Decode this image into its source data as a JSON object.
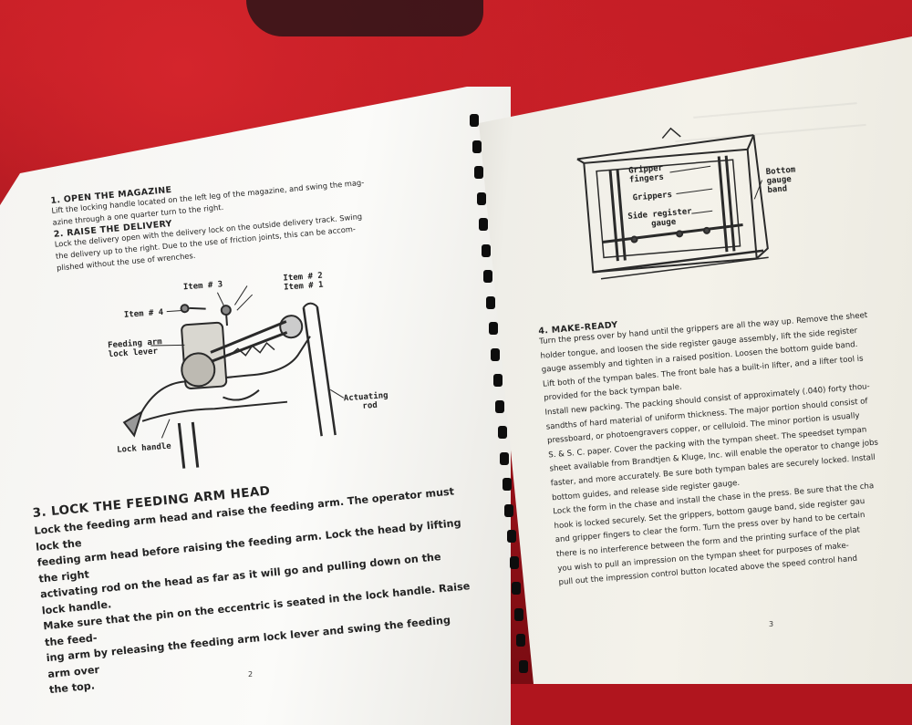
{
  "left_page": {
    "section1": {
      "heading": "1. OPEN THE MAGAZINE",
      "lines": [
        "Lift the locking handle located on the left leg of the magazine, and swing the mag-",
        "azine through a one quarter turn to the right."
      ]
    },
    "section2": {
      "heading": "2. RAISE THE DELIVERY",
      "lines": [
        "Lock the delivery open with the delivery lock on the outside delivery track. Swing",
        "the delivery up to the right. Due to the use of friction joints, this can be accom-",
        "plished without the use of wrenches."
      ]
    },
    "diagram_labels": {
      "item3": "Item # 3",
      "item2": "Item # 2",
      "item1": "Item # 1",
      "item4": "Item # 4",
      "feeding_arm_lock_lever_1": "Feeding arm",
      "feeding_arm_lock_lever_2": "lock lever",
      "actuating_rod_1": "Actuating",
      "actuating_rod_2": "rod",
      "lock_handle": "Lock handle"
    },
    "section3": {
      "heading": "3. LOCK THE FEEDING ARM HEAD",
      "lines": [
        "Lock the feeding arm head and raise the feeding arm. The operator must lock the",
        "feeding arm head before raising the feeding arm. Lock the head by lifting the right",
        "activating rod on the head as far as it will go and pulling down on the lock handle.",
        "Make sure that the pin on the eccentric is seated in the lock handle. Raise the feed-",
        "ing arm by releasing the feeding arm lock lever and swing the feeding arm over",
        "the top."
      ]
    },
    "page_number": "2"
  },
  "right_page": {
    "diagram_labels": {
      "gripper_fingers_1": "Gripper",
      "gripper_fingers_2": "fingers",
      "grippers": "Grippers",
      "side_register_1": "Side register",
      "side_register_2": "gauge",
      "bottom_gauge_1": "Bottom",
      "bottom_gauge_2": "gauge",
      "bottom_gauge_3": "band"
    },
    "section4": {
      "heading": "4. MAKE-READY",
      "para1": [
        "Turn the press over by hand until the grippers are all the way up. Remove the sheet",
        "holder tongue, and loosen the side register gauge assembly, lift the side register",
        "gauge assembly and tighten in a raised position. Loosen the bottom guide band.",
        "Lift both of the tympan bales. The front bale has a built-in lifter, and a lifter tool is",
        "provided for the back tympan bale."
      ],
      "para2": [
        "Install new packing. The packing should consist of approximately (.040) forty thou-",
        "sandths of hard material of uniform thickness. The major portion should consist of",
        "pressboard, or photoengravers copper, or celluloid. The minor portion is usually",
        "S. & S. C. paper. Cover the packing with the tympan sheet. The speedset tympan",
        "sheet available from Brandtjen & Kluge, Inc. will enable the operator to change jobs",
        "faster, and more accurately. Be sure both tympan bales are securely locked. Install",
        "bottom guides, and release side register gauge."
      ],
      "para3": [
        "Lock the form in the chase and install the chase in the press. Be sure that the cha",
        "hook is locked securely. Set the grippers, bottom gauge band, side register gau",
        "and gripper fingers to clear the form. Turn the press over by hand to be certain",
        "there is no interference between the form and the printing surface of the plat",
        "you wish to pull an impression on the tympan sheet for purposes of make-",
        "pull out the impression control button located above the speed control hand"
      ]
    },
    "page_number": "3"
  },
  "colors": {
    "fabric": "#b0151e",
    "paper": "#f7f6f3",
    "ink": "#232323",
    "binding_coil": "#0d0d0d"
  }
}
